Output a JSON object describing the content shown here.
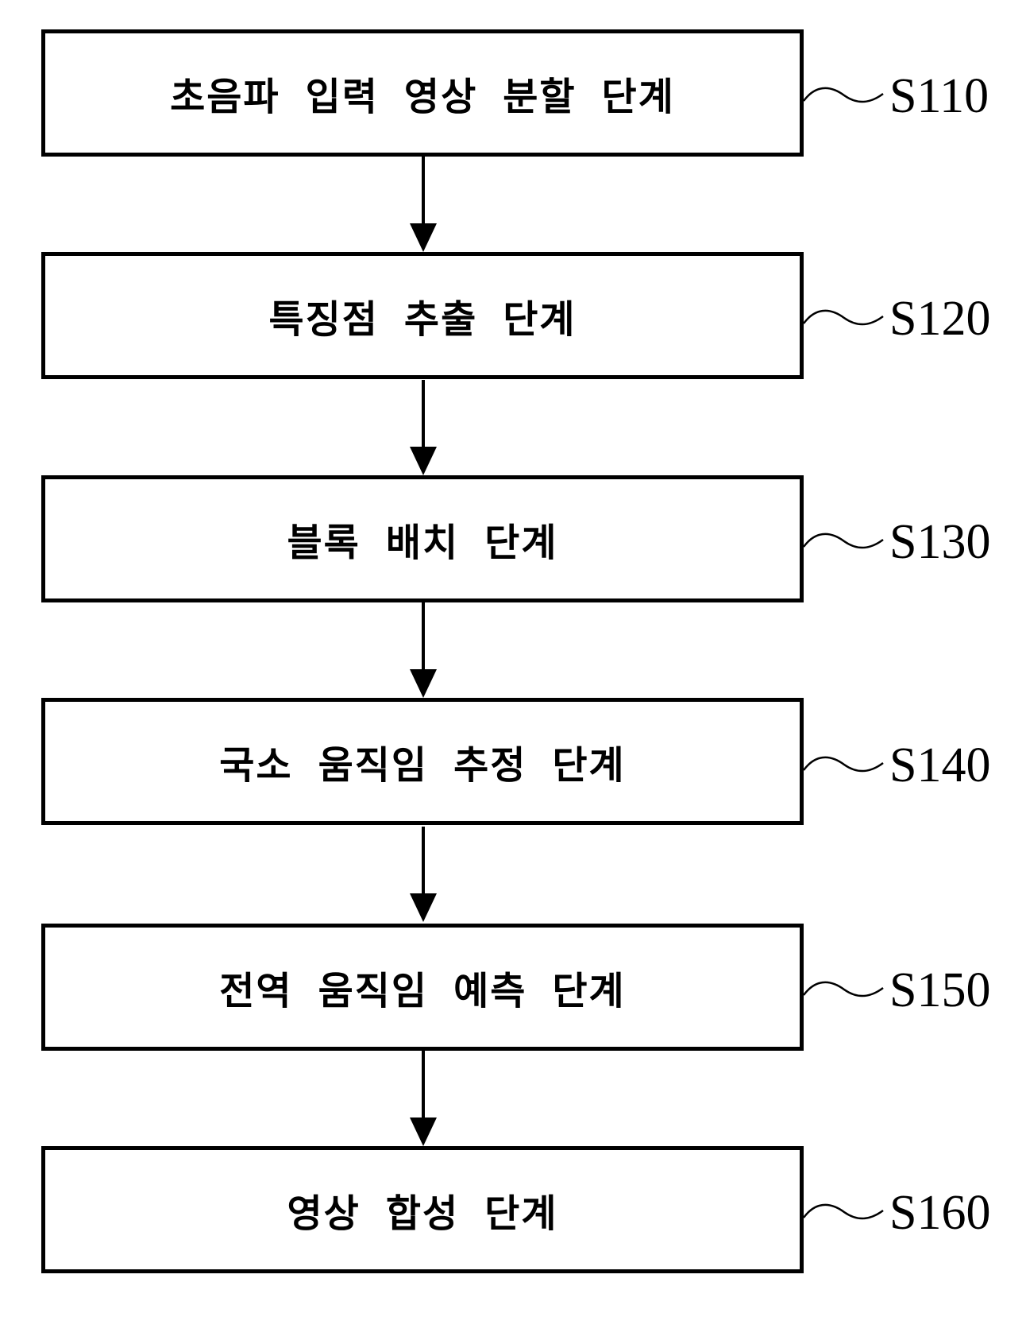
{
  "figure": {
    "type": "flowchart",
    "background_color": "#ffffff",
    "line_color": "#000000"
  },
  "steps": [
    {
      "label": "초음파 입력 영상 분할 단계",
      "ref": "S110"
    },
    {
      "label": "특징점 추출 단계",
      "ref": "S120"
    },
    {
      "label": "블록 배치 단계",
      "ref": "S130"
    },
    {
      "label": "국소 움직임 추정 단계",
      "ref": "S140"
    },
    {
      "label": "전역 움직임 예측 단계",
      "ref": "S150"
    },
    {
      "label": "영상 합성 단계",
      "ref": "S160"
    }
  ]
}
